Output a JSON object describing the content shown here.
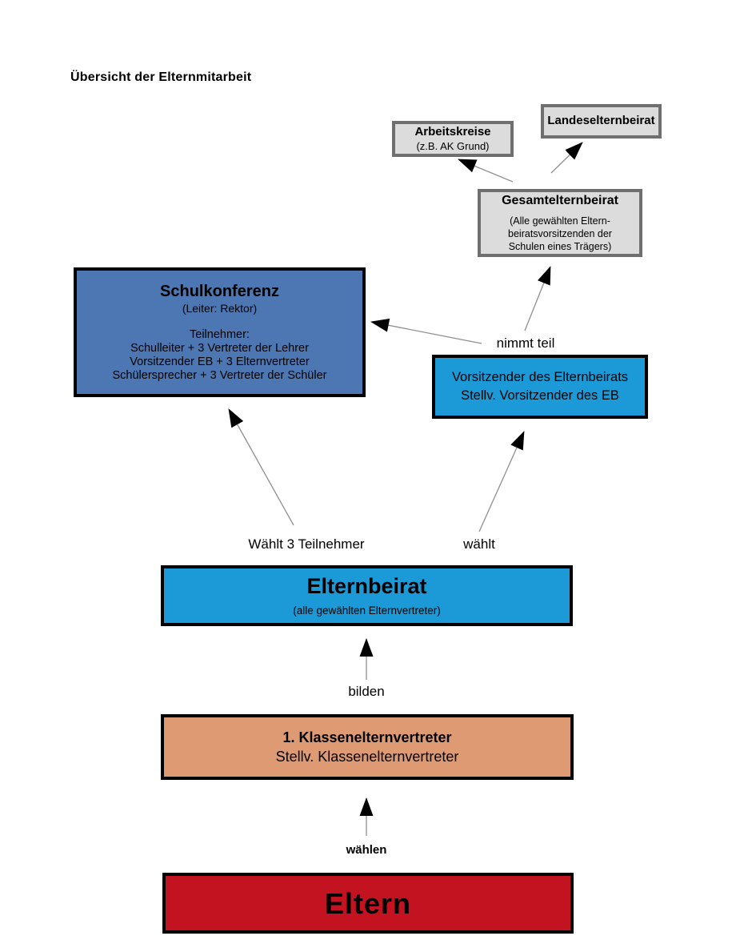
{
  "page": {
    "title": "Übersicht der Elternmitarbeit"
  },
  "boxes": {
    "arbeitskreise": {
      "title": "Arbeitskreise",
      "subtitle": "(z.B. AK Grund)",
      "fill": "#dcdcdc",
      "border": "#6f6f6f"
    },
    "landeselternbeirat": {
      "title": "Landeselternbeirat",
      "fill": "#dcdcdc",
      "border": "#6f6f6f"
    },
    "gesamtelternbeirat": {
      "title": "Gesamtelternbeirat",
      "lines": [
        "(Alle gewählten Eltern-",
        "beiratsvorsitzenden der",
        "Schulen eines Trägers)"
      ],
      "fill": "#dcdcdc",
      "border": "#6f6f6f"
    },
    "schulkonferenz": {
      "title": "Schulkonferenz",
      "subtitle": "(Leiter: Rektor)",
      "participants_header": "Teilnehmer:",
      "participants": [
        "Schulleiter + 3 Vertreter der Lehrer",
        "Vorsitzender EB + 3 Elternvertreter",
        "Schülersprecher + 3 Vertreter der Schüler"
      ],
      "fill": "#4d77b2",
      "border": "#000000"
    },
    "vorsitzender_eb": {
      "line1": "Vorsitzender des Elternbeirats",
      "line2": "Stellv. Vorsitzender des EB",
      "fill": "#1b9ad7",
      "border": "#000000"
    },
    "elternbeirat": {
      "title": "Elternbeirat",
      "subtitle": "(alle gewählten Elternvertreter)",
      "fill": "#1b9ad7",
      "border": "#000000"
    },
    "klassenelternvertreter": {
      "line1": "1. Klassenelternvertreter",
      "line2": "Stellv. Klassenelternvertreter",
      "fill": "#dd9a73",
      "border": "#000000"
    },
    "eltern": {
      "title": "Eltern",
      "fill": "#c41320",
      "border": "#000000"
    }
  },
  "labels": {
    "nimmt_teil": "nimmt teil",
    "waehlt_3_teilnehmer": "Wählt 3 Teilnehmer",
    "waehlt": "wählt",
    "bilden": "bilden",
    "waehlen": "wählen"
  },
  "colors": {
    "background": "#ffffff",
    "arrow_line": "#8f8f8f",
    "arrow_head": "#000000",
    "text": "#000000"
  }
}
